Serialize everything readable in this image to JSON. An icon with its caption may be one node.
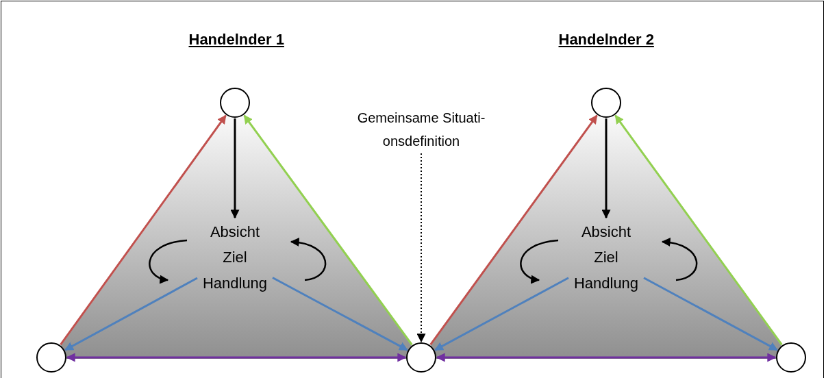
{
  "diagram": {
    "nodes": [
      {
        "text": [],
        "shape": "triangle"
      },
      {
        "text": [],
        "shape": "circle"
      },
      {
        "text": [
          "Absicht Ziel Handlung"
        ],
        "in": 0
      },
      {
        "text": [],
        "shape": "circle"
      },
      {
        "text": [],
        "shape": "circle"
      },
      {
        "text": [],
        "shape": "triangle"
      },
      {
        "text": [],
        "shape": "circle"
      },
      {
        "text": [
          "Absicht Ziel Handlung"
        ],
        "in": 5
      },
      {
        "text": [],
        "shape": "circle"
      },
      {
        "text": [
          "Gemeinsame Situati- onsdefinition"
        ]
      }
    ],
    "edges": [
      {
        "from": 3,
        "to": 1,
        "arrow": "to",
        "color": "#c0504d"
      },
      {
        "from": 4,
        "to": 1,
        "arrow": "to",
        "color": "#92d050"
      },
      {
        "from": 1,
        "to": 2,
        "arrow": "to",
        "color": "#000000"
      },
      {
        "from": 2,
        "to": 3,
        "arrow": "to"
      },
      {
        "from": 2,
        "to": 4,
        "arrow": "to"
      },
      {
        "from": 3,
        "to": 4,
        "arrow": "both",
        "color": "#7030a0"
      },
      {
        "from": 4,
        "to": 6,
        "arrow": "to",
        "color": "#c0504d"
      },
      {
        "from": 8,
        "to": 6,
        "arrow": "to",
        "color": "#92d050"
      },
      {
        "from": 6,
        "to": 7,
        "arrow": "to",
        "color": "#000000"
      },
      {
        "from": 7,
        "to": 4,
        "arrow": "to"
      },
      {
        "from": 7,
        "to": 8,
        "arrow": "to"
      },
      {
        "from": 4,
        "to": 8,
        "arrow": "both",
        "color": "#7030a0"
      },
      {
        "from": 9,
        "to": 4,
        "arrow": "to",
        "color": "#000000",
        "style": "dashed"
      }
    ],
    "labels": [
      "Handelnder 1",
      "Handelnder 2"
    ]
  }
}
